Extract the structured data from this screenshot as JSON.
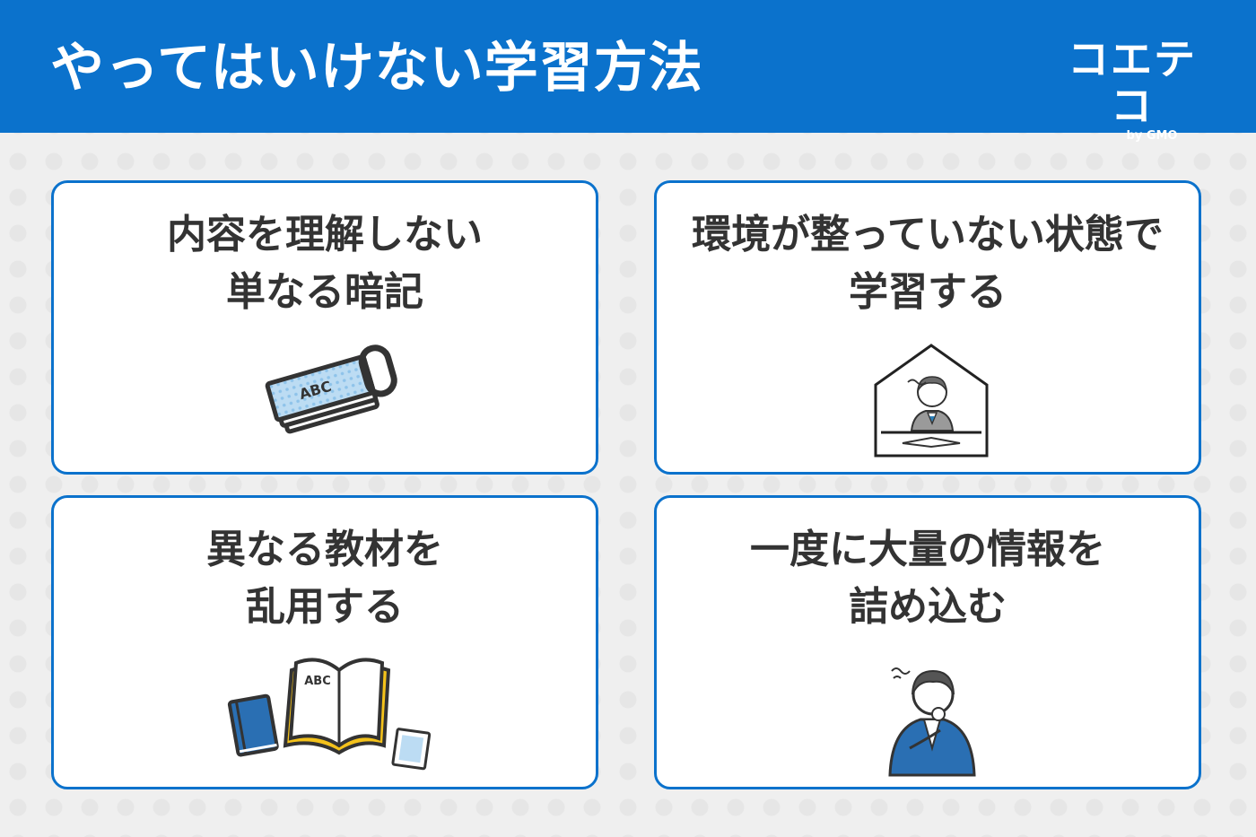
{
  "header": {
    "title": "やってはいけない学習方法",
    "brand": {
      "name": "コエテコ",
      "sub": "by GMO"
    },
    "color": "#0b72cc"
  },
  "cards": [
    {
      "lines": [
        "内容を理解しない",
        "単なる暗記"
      ],
      "icon": "flashcard-ring-icon"
    },
    {
      "lines": [
        "環境が整っていない状態で",
        "学習する"
      ],
      "icon": "house-student-icon"
    },
    {
      "lines": [
        "異なる教材を",
        "乱用する"
      ],
      "icon": "books-icon"
    },
    {
      "lines": [
        "一度に大量の情報を",
        "詰め込む"
      ],
      "icon": "worried-student-icon"
    }
  ],
  "illustrations": {
    "card_text": "ABC",
    "book_text": "ABC"
  },
  "colors": {
    "accent": "#0b72cc",
    "card_border": "#0b72cc",
    "text": "#333333",
    "ink": "#333333",
    "highlight": "#f4c21b"
  }
}
